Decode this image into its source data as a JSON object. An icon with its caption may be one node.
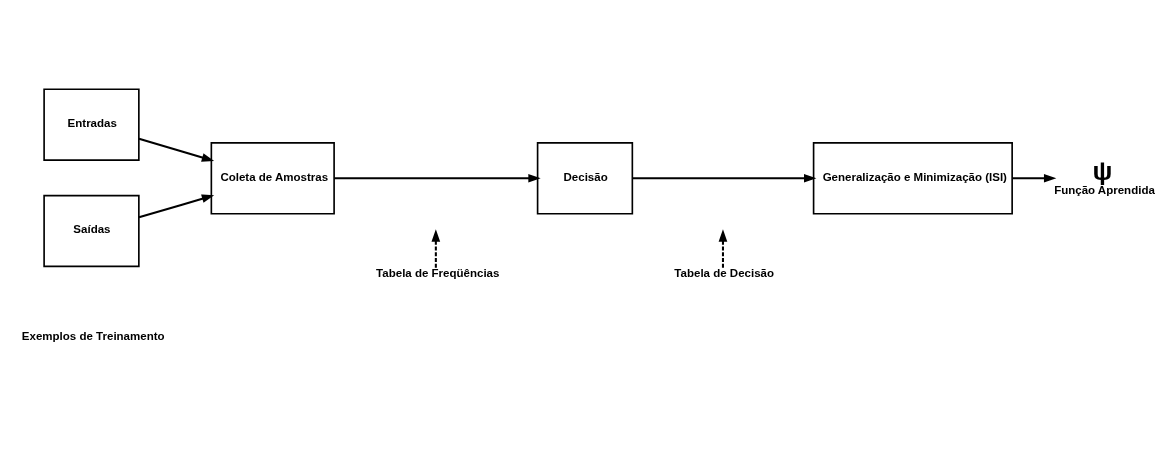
{
  "diagram": {
    "nodes": [
      {
        "text": [
          "Entradas"
        ]
      },
      {
        "text": [
          "Saídas"
        ]
      },
      {
        "text": [
          "Coleta de Amostras"
        ]
      },
      {
        "text": [
          "Decisão"
        ]
      },
      {
        "text": [
          "Generalização e Minimização (ISI)"
        ]
      },
      {
        "text": [
          "ψ"
        ],
        "beside": [
          "Função Aprendida"
        ]
      },
      {
        "text": [
          "Tabela de Freqüências"
        ]
      },
      {
        "text": [
          "Tabela de Decisão"
        ]
      }
    ],
    "edges": [
      {
        "from": 0,
        "to": 2,
        "arrow": "to"
      },
      {
        "from": 1,
        "to": 2,
        "arrow": "to"
      },
      {
        "from": 2,
        "to": 3,
        "arrow": "to"
      },
      {
        "from": 3,
        "to": 4,
        "arrow": "to"
      },
      {
        "from": 4,
        "to": 5,
        "arrow": "to"
      },
      {
        "from": 6,
        "to": null,
        "arrow": "to",
        "style": "dashed"
      },
      {
        "from": 7,
        "to": null,
        "arrow": "to",
        "style": "dashed"
      }
    ],
    "labels": [
      "Exemplos de Treinamento"
    ]
  }
}
